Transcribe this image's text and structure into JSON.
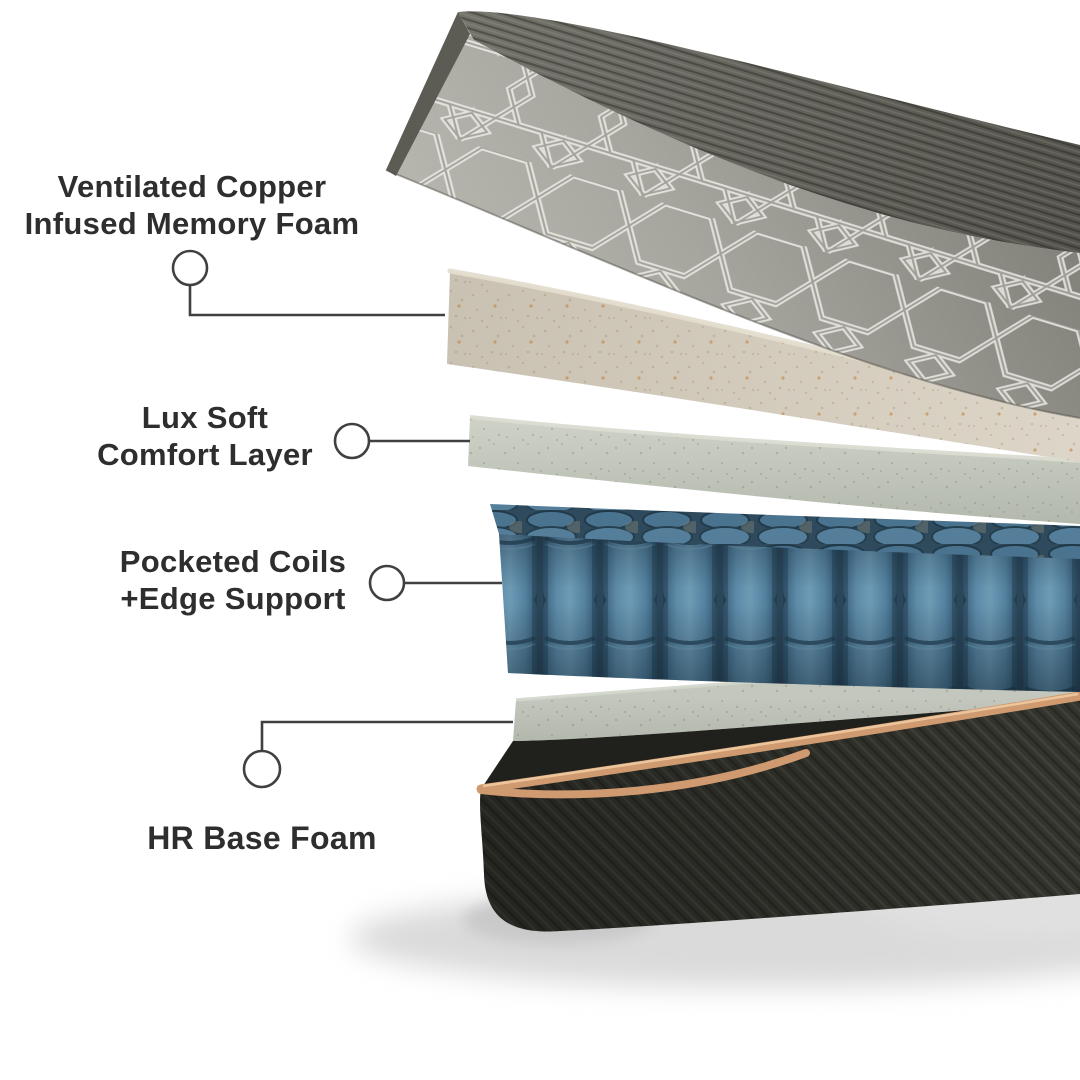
{
  "diagram": {
    "type": "mattress-layer-callout-diagram",
    "background": "#ffffff",
    "text_color": "#2e2e2e",
    "connector_color": "#404040",
    "callouts": [
      {
        "id": "memory-foam",
        "lines": [
          "Ventilated Copper",
          "Infused Memory Foam"
        ],
        "layer_color": "#cdc5b5"
      },
      {
        "id": "comfort-layer",
        "lines": [
          "Lux Soft",
          "Comfort Layer"
        ],
        "layer_color": "#c2c7bb"
      },
      {
        "id": "pocketed-coils",
        "lines": [
          "Pocketed Coils",
          "+Edge Support"
        ],
        "layer_color": "#4e7a99"
      },
      {
        "id": "hr-base-foam",
        "lines": [
          "HR Base Foam"
        ],
        "layer_color": "#b4b9ae"
      }
    ],
    "unlabeled_parts": [
      {
        "id": "quilted-top-cover",
        "color": "#a6a59d"
      },
      {
        "id": "base-cover",
        "color": "#34342e",
        "piping_color": "#d09b6f"
      }
    ]
  }
}
